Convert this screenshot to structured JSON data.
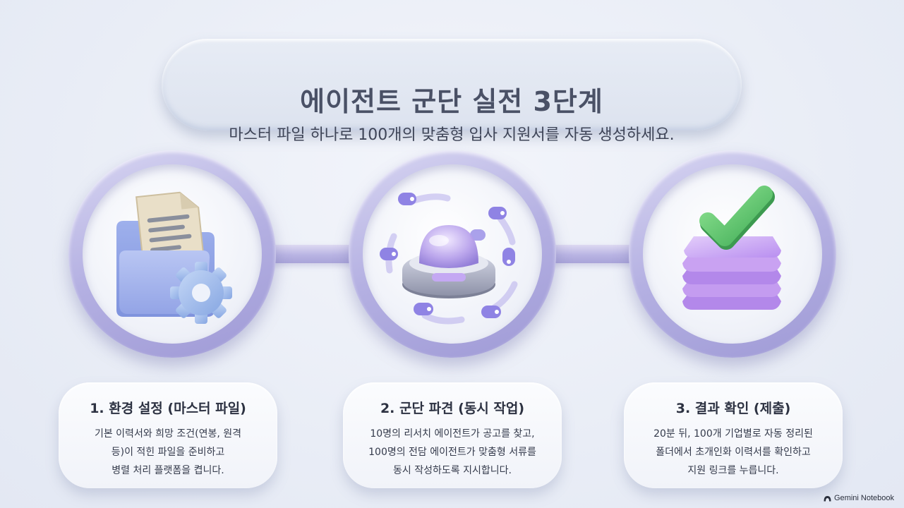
{
  "header": {
    "title": "에이전트 군단 실전 3단계",
    "subtitle": "마스터 파일 하나로 100개의 맞춤형 입사 지원서를 자동 생성하세요."
  },
  "steps": [
    {
      "title": "1. 환경 설정 (마스터 파일)",
      "lines": [
        "기본 이력서와 희망 조건(연봉, 원격",
        "등)이 적힌 파일을 준비하고",
        "병렬 처리 플랫폼을 켭니다."
      ],
      "icon": "folder-document-gear-icon"
    },
    {
      "title": "2. 군단 파견 (동시 작업)",
      "lines": [
        "10명의 리서치 에이전트가 공고를 찾고,",
        "100명의 전담 에이전트가 맞춤형 서류를",
        "동시 작성하도록 지시합니다."
      ],
      "icon": "agent-hub-swarm-icon"
    },
    {
      "title": "3. 결과 확인 (제출)",
      "lines": [
        "20분 뒤, 100개 기업별로 자동 정리된",
        "폴더에서 초개인화 이력서를 확인하고",
        "지원 링크를 누릅니다."
      ],
      "icon": "checkmark-document-stack-icon"
    }
  ],
  "brand": {
    "label": "Gemini Notebook"
  },
  "colors": {
    "background": "#e9edf6",
    "ring": "#b4b0e2",
    "check_green": "#5cc66e",
    "folder_blue": "#9fb0ea",
    "gear_blue": "#a8c4ee",
    "stack_purple": "#c9a7f0"
  }
}
